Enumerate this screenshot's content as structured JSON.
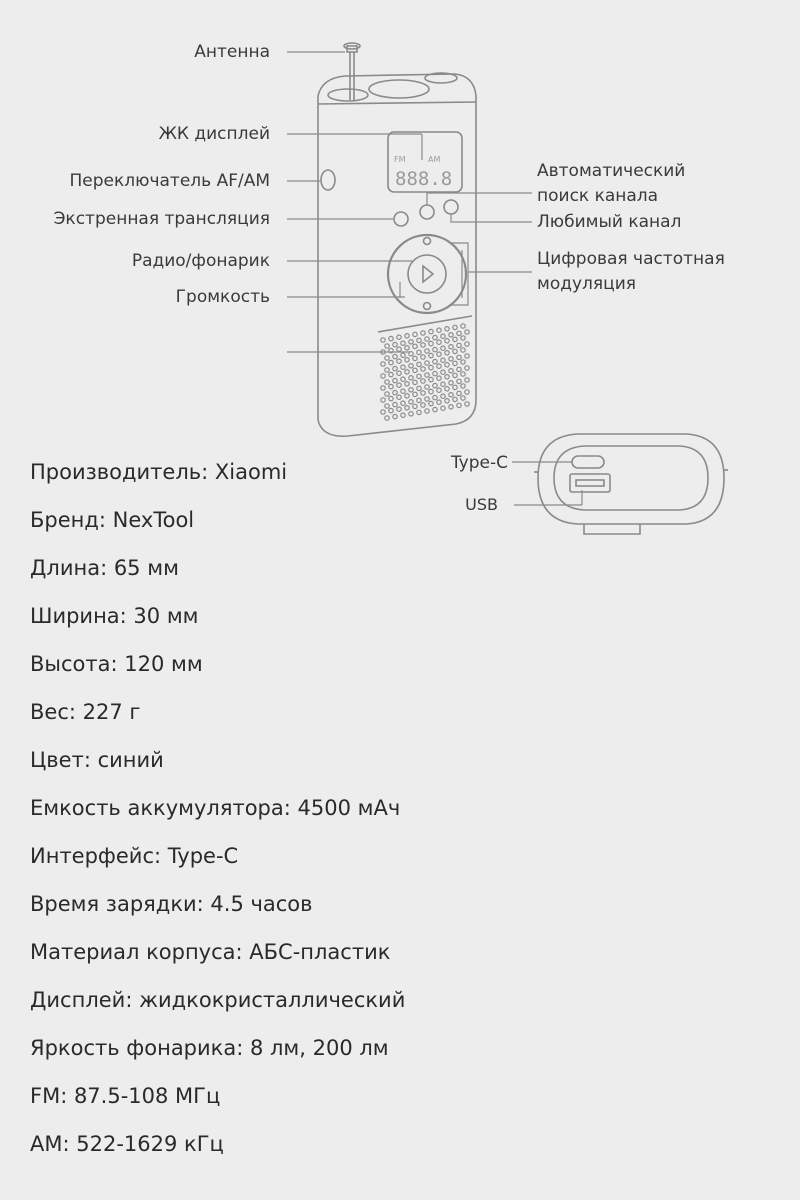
{
  "labels": {
    "antenna": "Антенна",
    "lcd": "ЖК дисплей",
    "af_am_switch": "Переключатель AF/AM",
    "emergency": "Экстренная трансляция",
    "radio_flashlight": "Радио/фонарик",
    "volume": "Громкость",
    "auto_search_line1": "Автоматический",
    "auto_search_line2": "поиск канала",
    "favorite": "Любимый канал",
    "digital_mod_line1": "Цифровая частотная",
    "digital_mod_line2": "модуляция",
    "type_c": "Type-C",
    "usb": "USB"
  },
  "display": {
    "readout": "888.8",
    "band_fm": "FM",
    "band_am": "AM"
  },
  "specs": [
    "Производитель: Xiaomi",
    "Бренд: NexTool",
    "Длина: 65 мм",
    "Ширина: 30 мм",
    "Высота: 120 мм",
    "Вес: 227 г",
    "Цвет: синий",
    "Емкость аккумулятора: 4500 мАч",
    "Интерфейс: Type-C",
    "Время зарядки: 4.5 часов",
    "Материал корпуса: АБС-пластик",
    "Дисплей: жидкокристаллический",
    "Яркость фонарика: 8 лм, 200 лм",
    "FM: 87.5-108 МГц",
    "AM: 522-1629 кГц"
  ],
  "colors": {
    "background": "#ededed",
    "line": "#8a8a8a",
    "text": "#2b2b2b"
  }
}
